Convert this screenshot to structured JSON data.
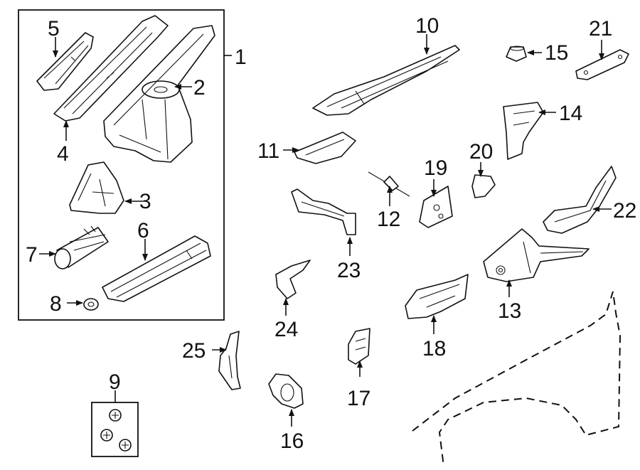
{
  "diagram": {
    "type": "exploded-parts-diagram",
    "callouts": {
      "c1": "1",
      "c2": "2",
      "c3": "3",
      "c4": "4",
      "c5": "5",
      "c6": "6",
      "c7": "7",
      "c8": "8",
      "c9": "9",
      "c10": "10",
      "c11": "11",
      "c12": "12",
      "c13": "13",
      "c14": "14",
      "c15": "15",
      "c16": "16",
      "c17": "17",
      "c18": "18",
      "c19": "19",
      "c20": "20",
      "c21": "21",
      "c22": "22",
      "c23": "23",
      "c24": "24",
      "c25": "25"
    },
    "colors": {
      "line": "#111111",
      "background": "#ffffff"
    }
  }
}
